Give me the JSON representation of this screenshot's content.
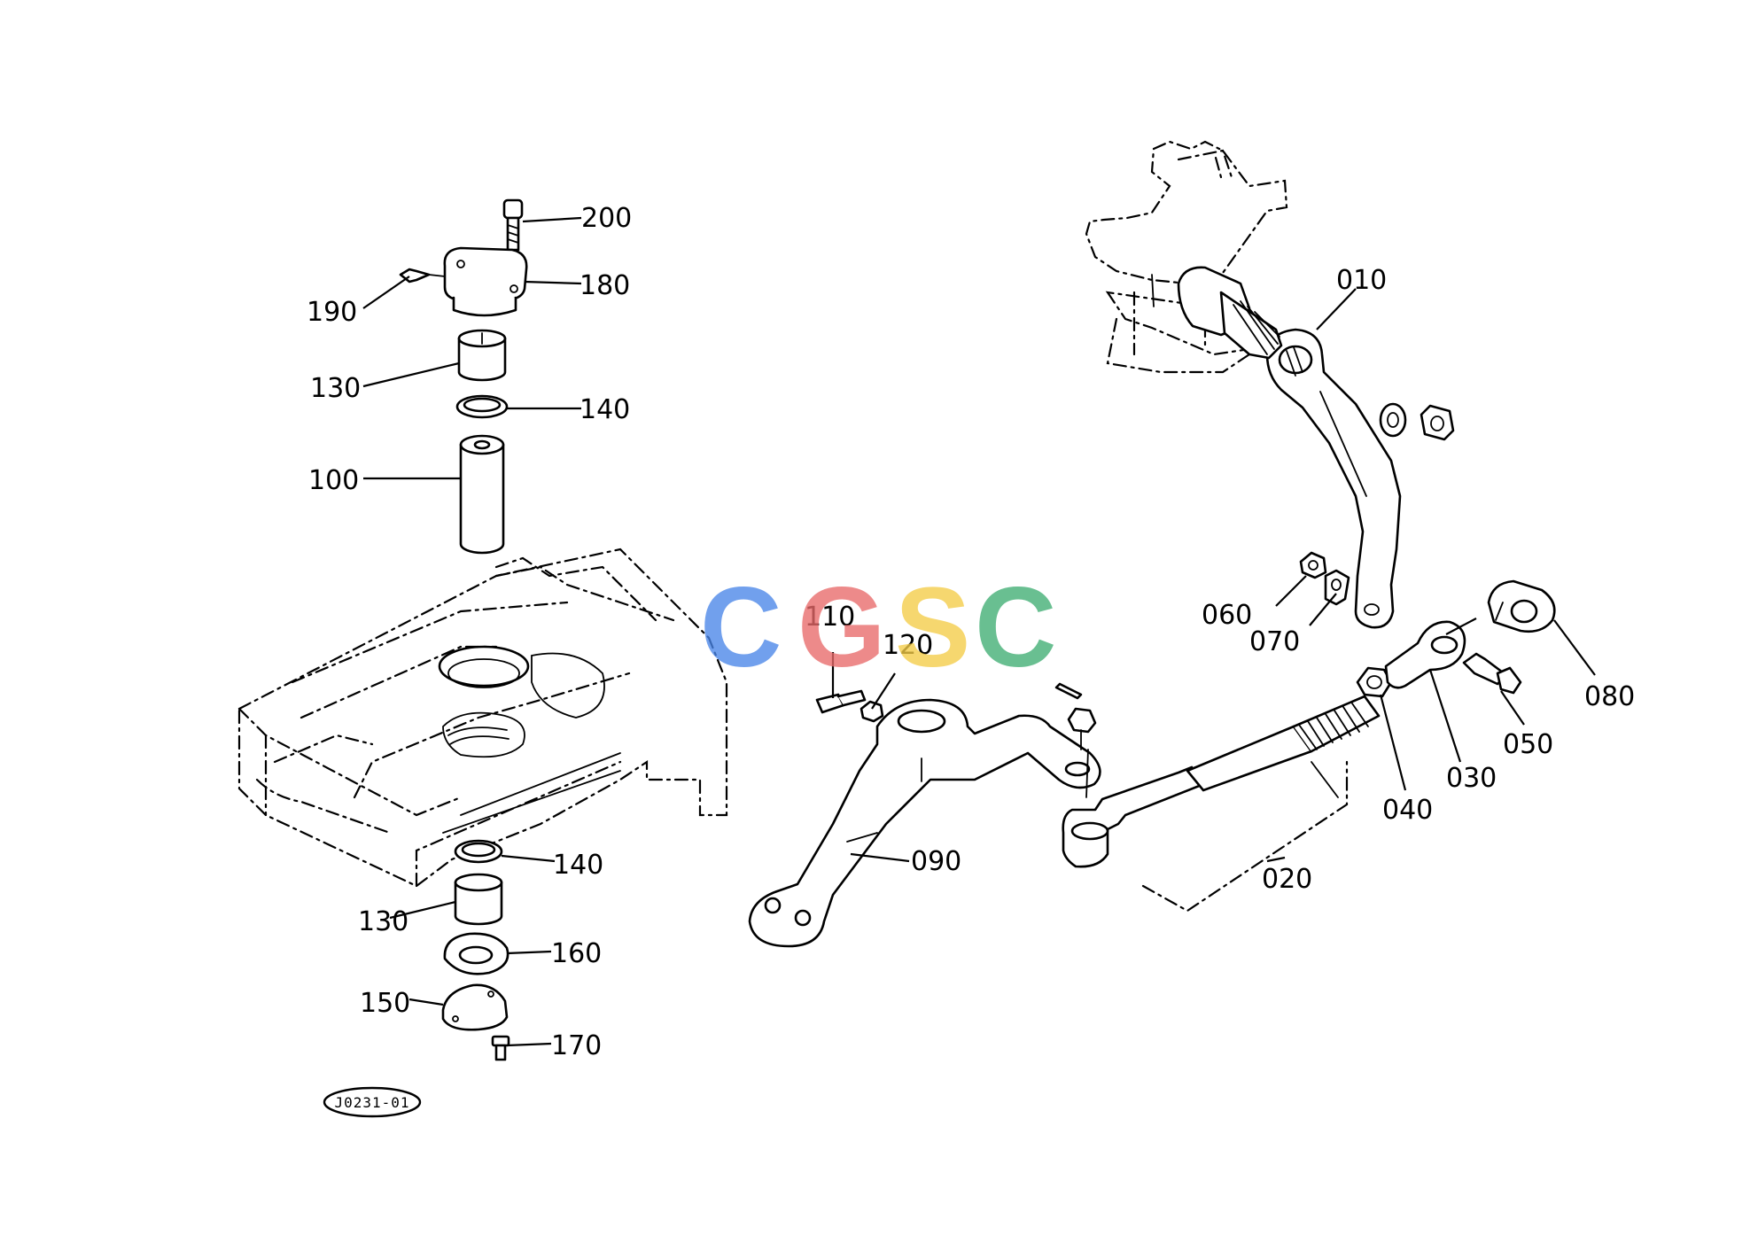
{
  "watermark": {
    "letters": [
      {
        "char": "C",
        "color": "#4a86e8"
      },
      {
        "char": "G",
        "color": "#e86a6a"
      },
      {
        "char": "S",
        "color": "#f4cc47"
      },
      {
        "char": "C",
        "color": "#3fae73"
      }
    ]
  },
  "labels": {
    "l010": "010",
    "l020": "020",
    "l030": "030",
    "l040": "040",
    "l050": "050",
    "l060": "060",
    "l070": "070",
    "l080": "080",
    "l090": "090",
    "l100": "100",
    "l110": "110",
    "l120": "120",
    "l130a": "130",
    "l130b": "130",
    "l140a": "140",
    "l140b": "140",
    "l150": "150",
    "l160": "160",
    "l170": "170",
    "l180": "180",
    "l190": "190",
    "l200": "200"
  },
  "reference_code": "J0231-01"
}
